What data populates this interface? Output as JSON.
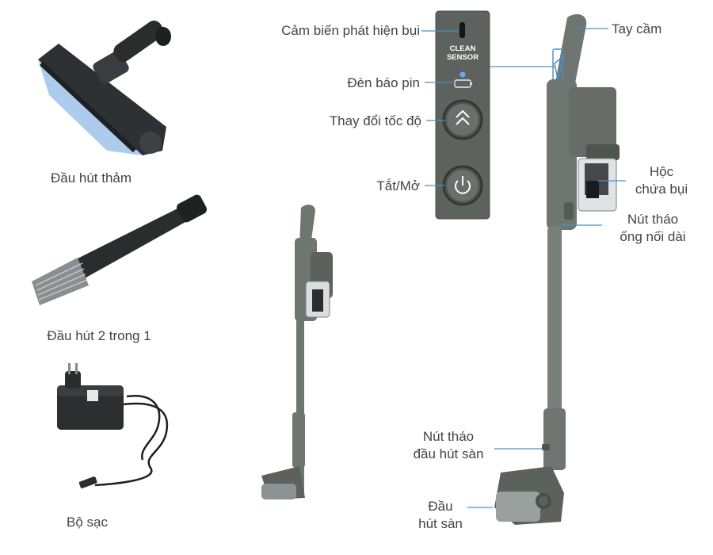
{
  "accessories": {
    "carpet_head": "Đầu hút thảm",
    "two_in_one": "Đầu hút 2 trong 1",
    "charger": "Bộ sạc"
  },
  "panel": {
    "dust_sensor": "Cảm biến phát hiện bụi",
    "sensor_line1": "CLEAN",
    "sensor_line2": "SENSOR",
    "battery_light": "Đèn báo pin",
    "speed_change": "Thay đổi tốc độ",
    "power": "Tắt/Mở"
  },
  "vacuum": {
    "handle": "Tay cầm",
    "dust_box_line1": "Hộc",
    "dust_box_line2": "chứa bụi",
    "ext_release_line1": "Nút tháo",
    "ext_release_line2": "ống nối dài",
    "floor_release_line1": "Nút tháo",
    "floor_release_line2": "đầu hút sàn",
    "floor_head_line1": "Đầu",
    "floor_head_line2": "hút sàn"
  },
  "colors": {
    "body": "#6f7570",
    "body_dark": "#4f5450",
    "panel": "#5d625e",
    "leader": "#4a90c8",
    "text": "#444444"
  },
  "icons": [
    "carpet-brush-icon",
    "crevice-tool-icon",
    "charger-icon",
    "chevron-up-icon",
    "power-icon",
    "battery-icon"
  ]
}
